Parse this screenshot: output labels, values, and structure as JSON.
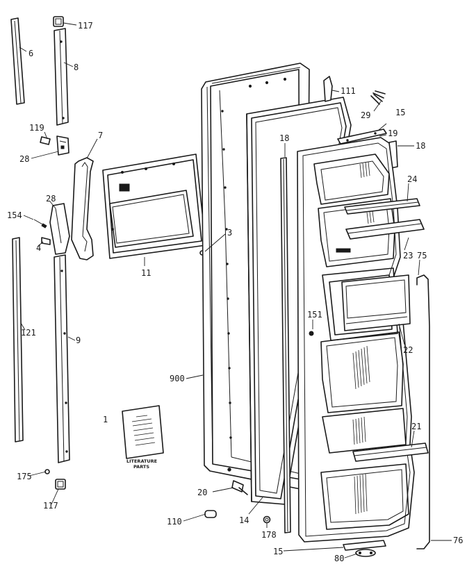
{
  "labels": [
    {
      "id": "l117a",
      "text": "117"
    },
    {
      "id": "l6",
      "text": "6"
    },
    {
      "id": "l8",
      "text": "8"
    },
    {
      "id": "l7",
      "text": "7"
    },
    {
      "id": "l119",
      "text": "119"
    },
    {
      "id": "l28a",
      "text": "28"
    },
    {
      "id": "l28b",
      "text": "28"
    },
    {
      "id": "l154",
      "text": "154"
    },
    {
      "id": "l4",
      "text": "4"
    },
    {
      "id": "l3",
      "text": "3"
    },
    {
      "id": "l11",
      "text": "11"
    },
    {
      "id": "l121",
      "text": "121"
    },
    {
      "id": "l9",
      "text": "9"
    },
    {
      "id": "l1",
      "text": "1"
    },
    {
      "id": "l175",
      "text": "175"
    },
    {
      "id": "l117b",
      "text": "117"
    },
    {
      "id": "l900",
      "text": "900"
    },
    {
      "id": "l20",
      "text": "20"
    },
    {
      "id": "l110",
      "text": "110"
    },
    {
      "id": "l14",
      "text": "14"
    },
    {
      "id": "l178",
      "text": "178"
    },
    {
      "id": "l15b",
      "text": "15"
    },
    {
      "id": "l80",
      "text": "80"
    },
    {
      "id": "l76",
      "text": "76"
    },
    {
      "id": "l111",
      "text": "111"
    },
    {
      "id": "l29",
      "text": "29"
    },
    {
      "id": "l15a",
      "text": "15"
    },
    {
      "id": "l19",
      "text": "19"
    },
    {
      "id": "l18a",
      "text": "18"
    },
    {
      "id": "l18b",
      "text": "18"
    },
    {
      "id": "l24",
      "text": "24"
    },
    {
      "id": "l23",
      "text": "23"
    },
    {
      "id": "l75",
      "text": "75"
    },
    {
      "id": "l151",
      "text": "151"
    },
    {
      "id": "l22",
      "text": "22"
    },
    {
      "id": "l21",
      "text": "21"
    }
  ],
  "literature": {
    "line1": "LITERATURE",
    "line2": "PARTS"
  }
}
